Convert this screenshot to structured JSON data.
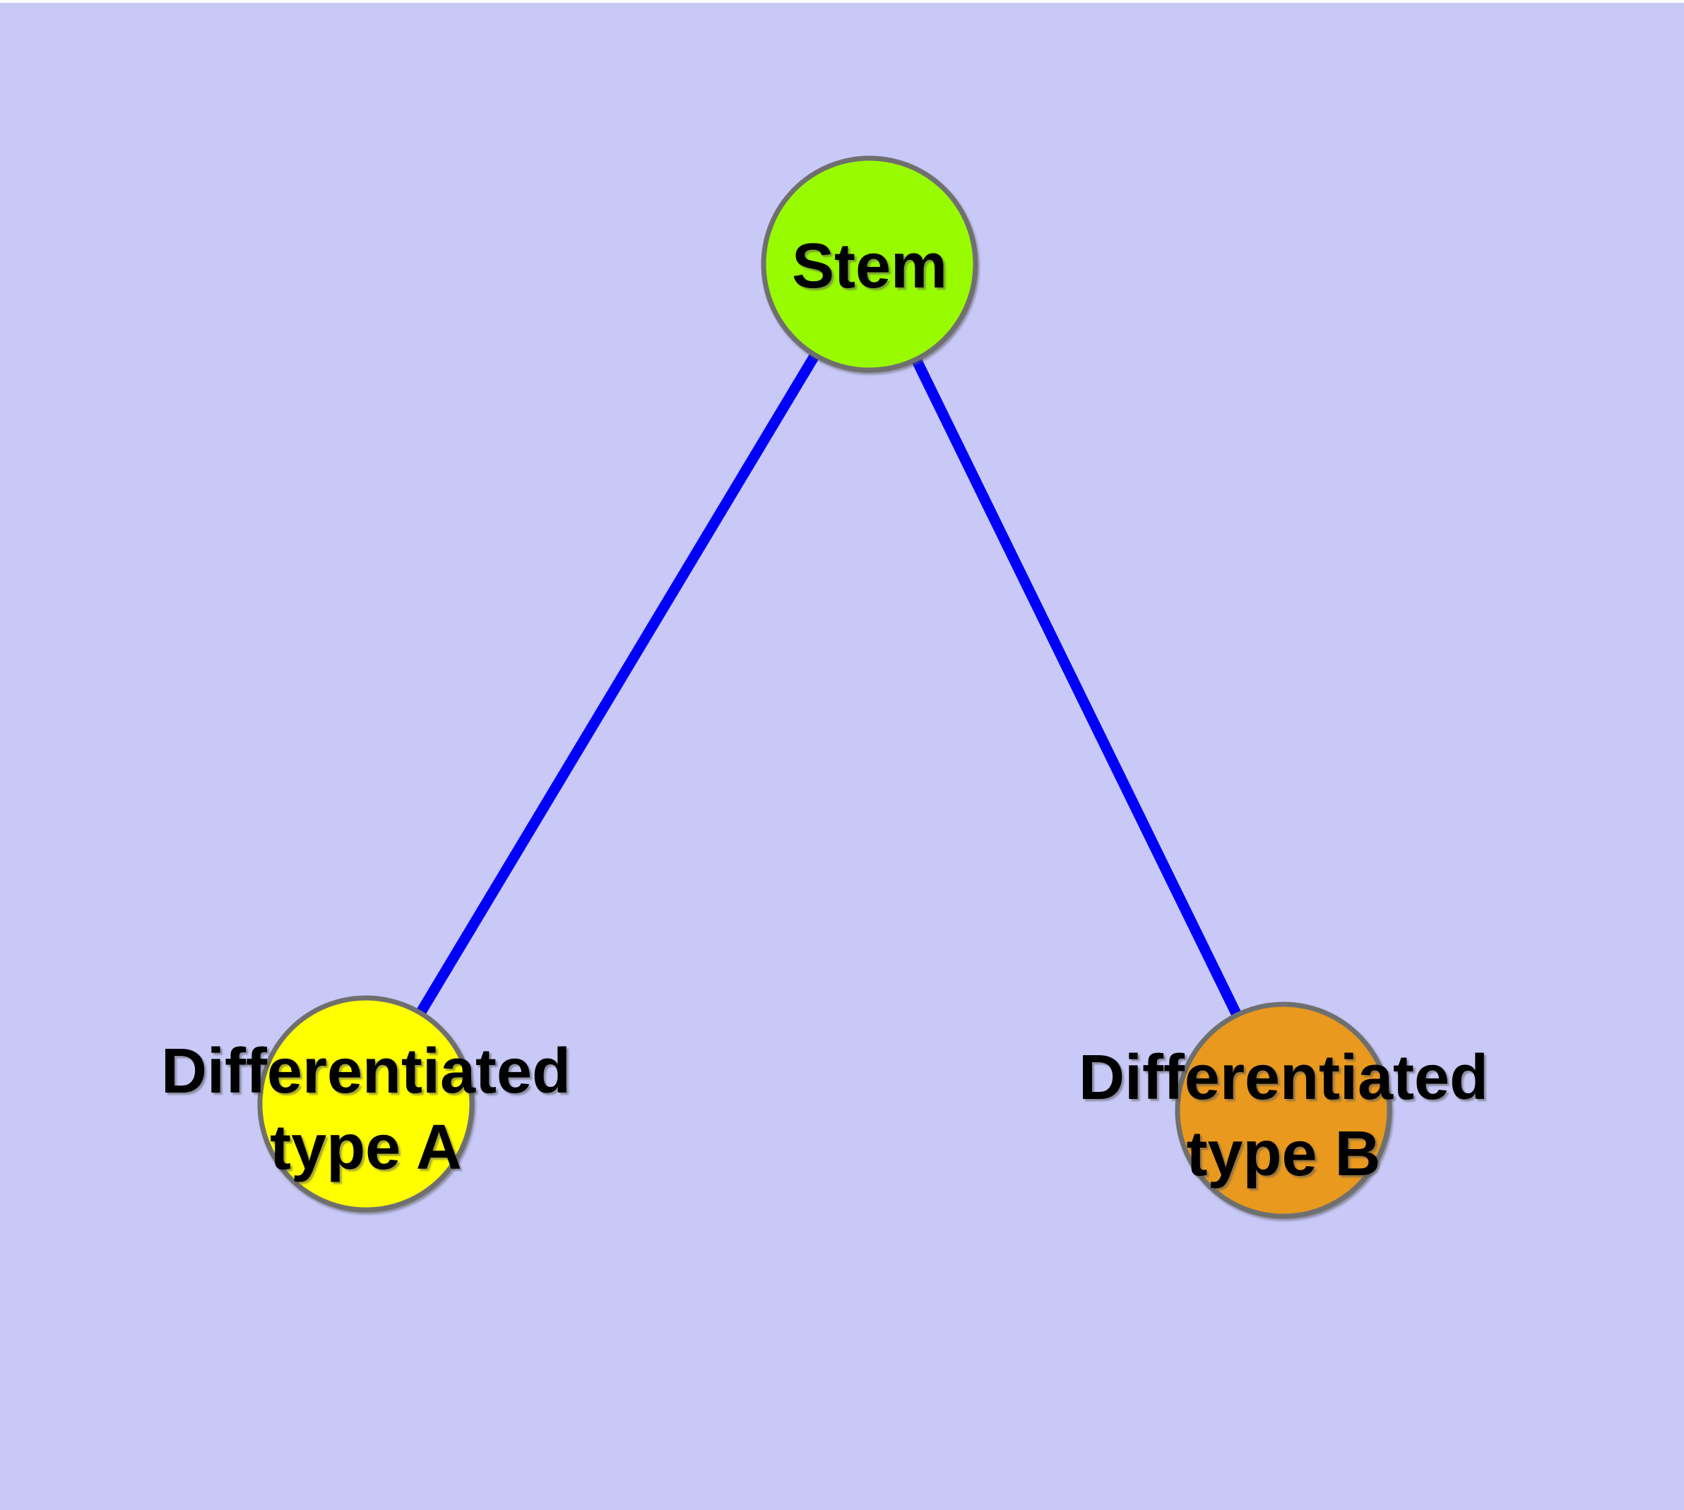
{
  "page": {
    "background_color": "#C9C9F8",
    "top_strip_color": "#FFFFFF",
    "label_text_color": "#000000",
    "node_border_color": "#6F6F6F",
    "edge_color": "#0000F8"
  },
  "graph": {
    "type": "node-link-diagram",
    "nodes": [
      {
        "id": "stem",
        "label": "Stem",
        "fill": "#99FB00"
      },
      {
        "id": "differentiated-type-a",
        "label": "Differentiated type A",
        "label_line1": "Differentiated",
        "label_line2": "type A",
        "fill": "#FFFF00"
      },
      {
        "id": "differentiated-type-b",
        "label": "Differentiated type B",
        "label_line1": "Differentiated",
        "label_line2": "type B",
        "fill": "#E8991E"
      }
    ],
    "edges": [
      {
        "from": "stem",
        "to": "differentiated-type-a",
        "color": "#0000F8"
      },
      {
        "from": "stem",
        "to": "differentiated-type-b",
        "color": "#0000F8"
      }
    ]
  }
}
